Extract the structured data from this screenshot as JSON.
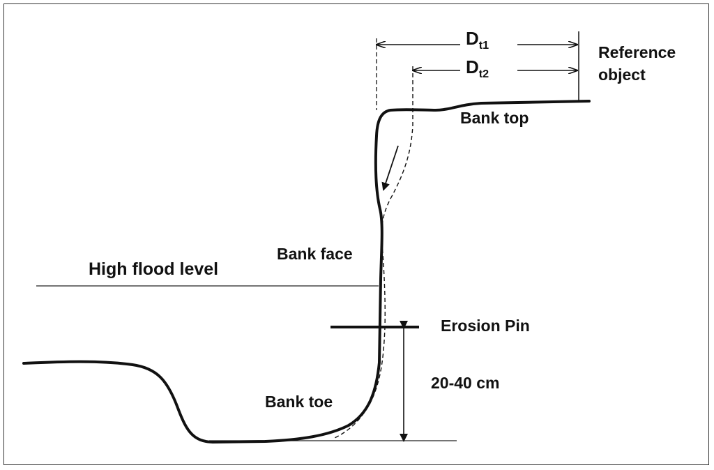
{
  "labels": {
    "dt1_main": "D",
    "dt1_sub": "t1",
    "dt2_main": "D",
    "dt2_sub": "t2",
    "reference_line1": "Reference",
    "reference_line2": "object",
    "bank_top": "Bank top",
    "bank_face": "Bank face",
    "high_flood_level": "High flood level",
    "erosion_pin": "Erosion Pin",
    "pin_depth": "20-40 cm",
    "bank_toe": "Bank toe"
  }
}
